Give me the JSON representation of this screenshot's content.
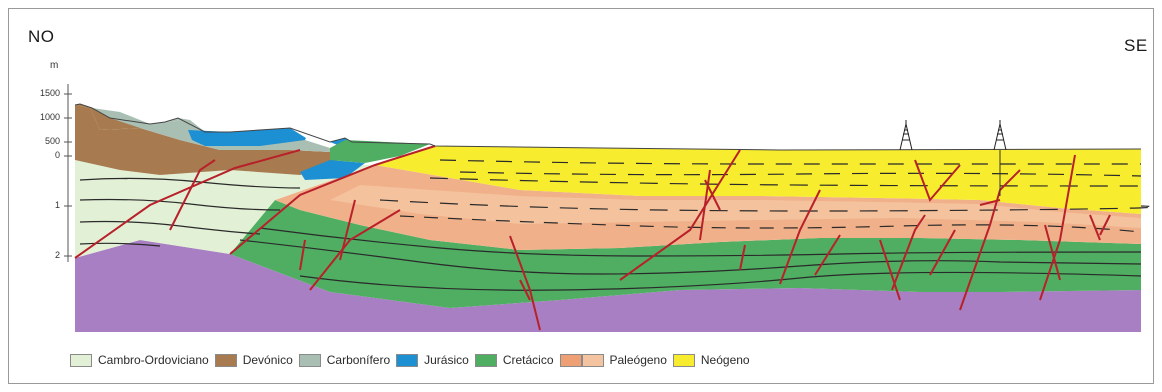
{
  "orientation": {
    "left": "NO",
    "right": "SE"
  },
  "depth_axis": {
    "unit": "m",
    "ticks": [
      "1500",
      "1000",
      "500",
      "0",
      "1",
      "2"
    ]
  },
  "legend": [
    {
      "label": "Cambro-Ordoviciano",
      "colors": [
        "#e2f0d6"
      ]
    },
    {
      "label": "Devónico",
      "colors": [
        "#a77b4f"
      ]
    },
    {
      "label": "Carbonífero",
      "colors": [
        "#a9bfb3"
      ]
    },
    {
      "label": "Jurásico",
      "colors": [
        "#1d8fd3"
      ]
    },
    {
      "label": "Cretácico",
      "colors": [
        "#4fae62"
      ]
    },
    {
      "label": "Paleógeno",
      "colors": [
        "#ee9f73",
        "#f4c4a0"
      ]
    },
    {
      "label": "Neógeno",
      "colors": [
        "#f8ec2e"
      ]
    }
  ],
  "colors": {
    "basement": "#a77fc2",
    "fault": "#b8202a",
    "bedding": "#2a2a2a"
  },
  "icons": [
    "oil-derrick-icon",
    "oil-derrick-icon"
  ]
}
